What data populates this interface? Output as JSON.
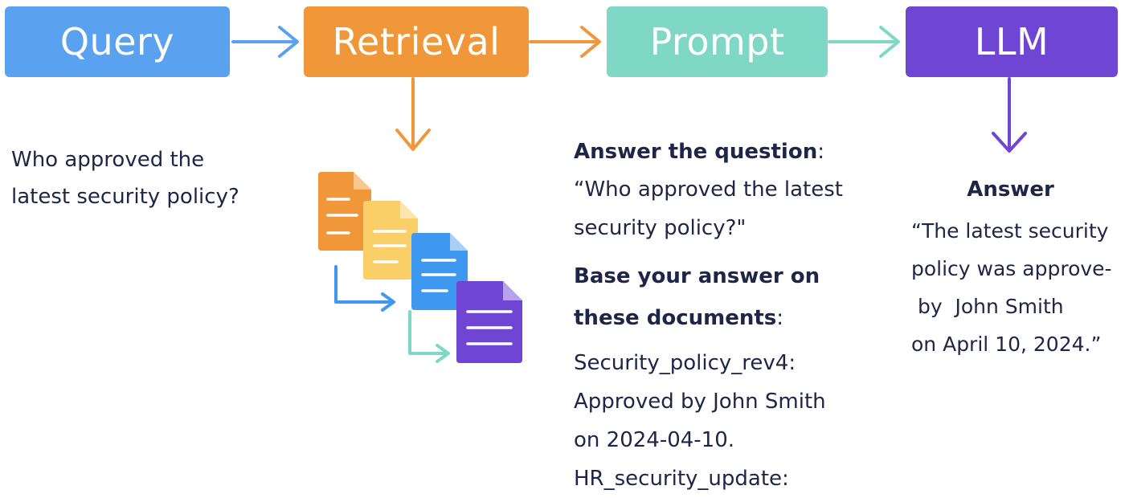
{
  "stages": {
    "query": "Query",
    "retrieval": "Retrieval",
    "prompt": "Prompt",
    "llm": "LLM"
  },
  "query": {
    "lines": [
      "Who approved the",
      "latest security policy?"
    ]
  },
  "prompt": {
    "instruction_bold": "Answer the question",
    "instruction_colon": ":",
    "question_line1": "“Who approved the latest",
    "question_line2": "security policy?\"",
    "base_bold_line1": "Base your answer on",
    "base_bold_line2": "these documents",
    "base_colon": ":",
    "doc_lines": [
      "Security_policy_rev4:",
      "Approved by John Smith",
      "on 2024-04-10.",
      "HR_security_update:"
    ]
  },
  "answer": {
    "title": "Answer",
    "lines": [
      "“The latest security",
      "policy was approve-",
      " by  John Smith",
      "on April 10, 2024.”"
    ]
  },
  "documents": [
    {
      "color": "#f0973a",
      "fold": "#f8c88f"
    },
    {
      "color": "#fbcf68",
      "fold": "#fde6ad"
    },
    {
      "color": "#3f98ef",
      "fold": "#a9cff7"
    },
    {
      "color": "#6f45d3",
      "fold": "#b7a1ea"
    }
  ],
  "colors": {
    "query": "#5aa2f0",
    "retrieval": "#f0973a",
    "prompt": "#7fd8c6",
    "llm": "#6f45d3",
    "text": "#1f2547"
  }
}
